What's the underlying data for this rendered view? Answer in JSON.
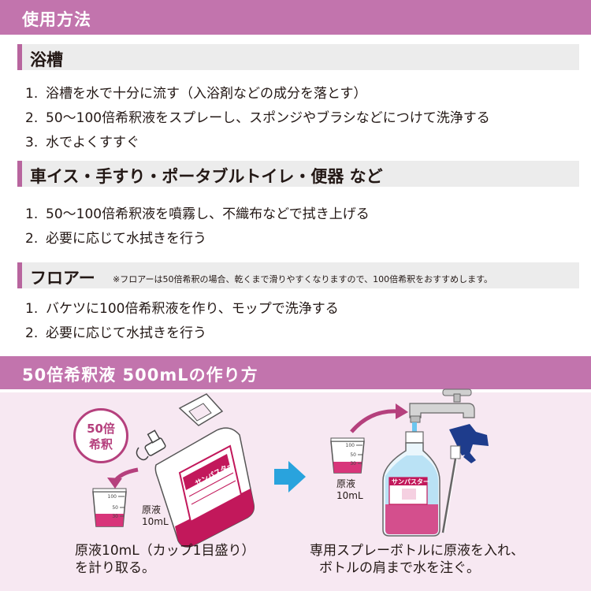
{
  "usage": {
    "header": "使用方法",
    "bath": {
      "title": "浴槽",
      "steps": [
        {
          "num": "1.",
          "text": "浴槽を水で十分に流す（入浴剤などの成分を落とす）"
        },
        {
          "num": "2.",
          "text": "50～100倍希釈液をスプレーし、スポンジやブラシなどにつけて洗浄する"
        },
        {
          "num": "3.",
          "text": "水でよくすすぐ"
        }
      ]
    },
    "wheelchair": {
      "title": "車イス・手すり・ポータブルトイレ・便器 など",
      "steps": [
        {
          "num": "1.",
          "text": "50～100倍希釈液を噴霧し、不織布などで拭き上げる"
        },
        {
          "num": "2.",
          "text": "必要に応じて水拭きを行う"
        }
      ]
    },
    "floor": {
      "title": "フロアー",
      "note": "※フロアーは50倍希釈の場合、乾くまで滑りやすくなりますので、100倍希釈をおすすめします。",
      "steps": [
        {
          "num": "1.",
          "text": "バケツに100倍希釈液を作り、モップで洗浄する"
        },
        {
          "num": "2.",
          "text": "必要に応じて水拭きを行う"
        }
      ]
    }
  },
  "dilution": {
    "header": "50倍希釈液 500mLの作り方",
    "badge": {
      "line1": "50倍",
      "line2": "希釈"
    },
    "step1": {
      "label_line1": "原液",
      "label_line2": "10mL",
      "caption_line1": "原液10mL（カップ1目盛り）",
      "caption_line2": "を計り取る。"
    },
    "step2": {
      "label_line1": "原液",
      "label_line2": "10mL",
      "caption_line1": "専用スプレーボトルに原液を入れ、",
      "caption_line2": "ボトルの肩まで水を注ぐ。"
    },
    "jug_brand": "サンパスター",
    "bottle_brand": "サンパスター",
    "cup_ticks": [
      "100",
      "50",
      "30"
    ]
  },
  "colors": {
    "band": "#c274ad",
    "accent": "#b5407d",
    "arrow": "#29a3dd",
    "lower_bg": "#f7e8f2"
  }
}
